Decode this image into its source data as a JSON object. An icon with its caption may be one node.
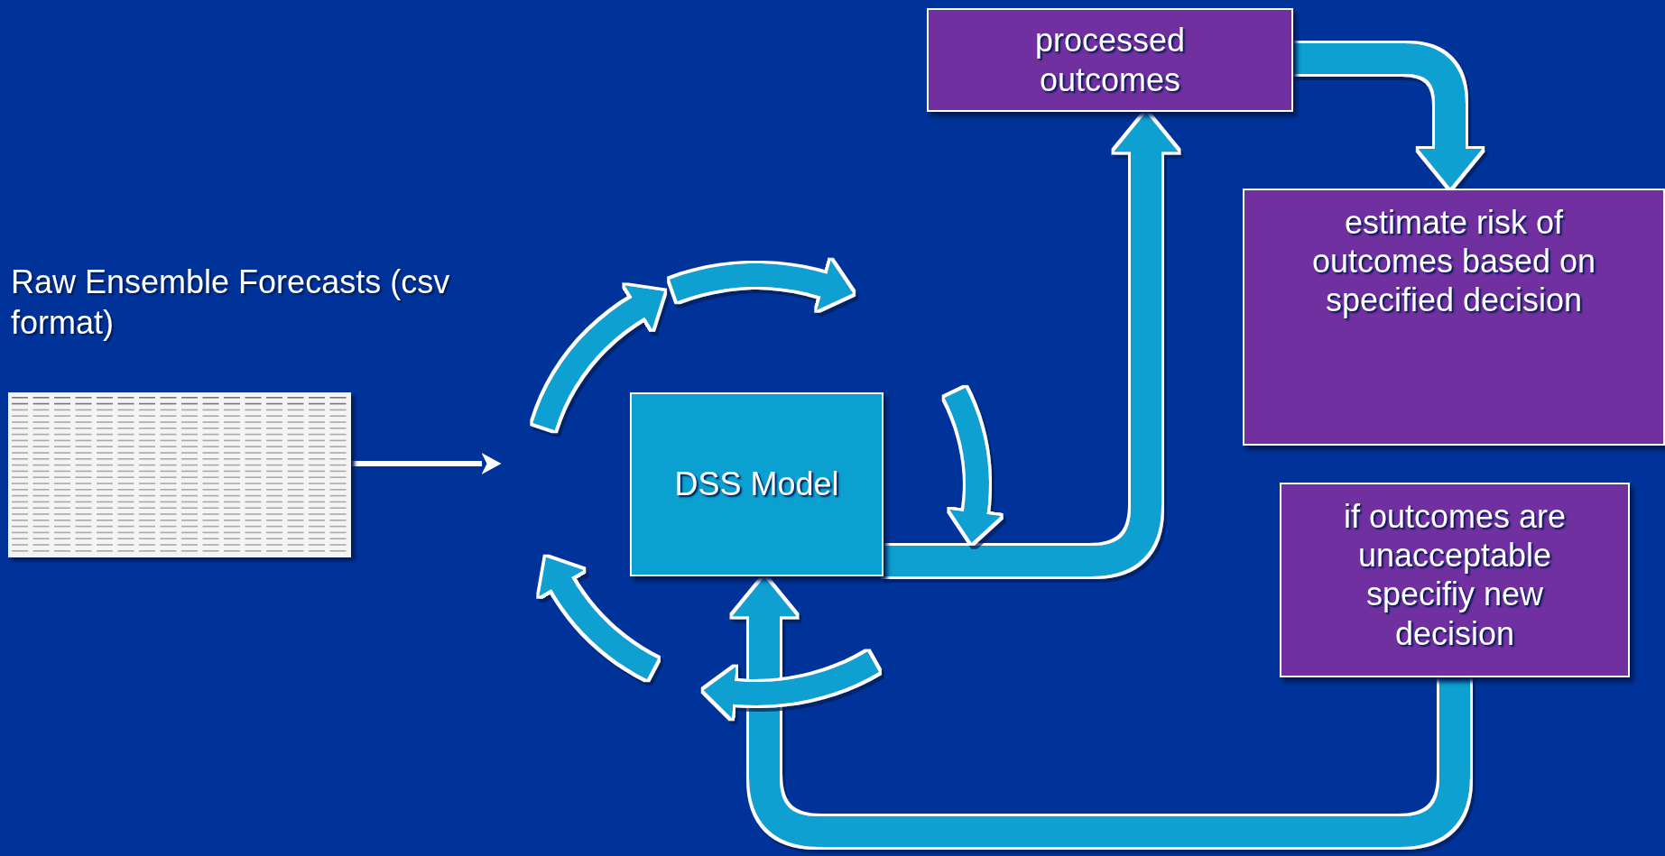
{
  "diagram": {
    "nodes": [
      {
        "text": [],
        "shape": "picture",
        "beside": [
          "Raw Ensemble Forecasts (csv format)"
        ]
      },
      {
        "text": [
          "DSS Model"
        ]
      },
      {
        "text": [
          "processed outcomes"
        ]
      },
      {
        "text": [
          "estimate risk of outcomes based on specified decision"
        ]
      },
      {
        "text": [
          "if outcomes are unacceptable specifiy new decision"
        ]
      }
    ],
    "edges": [
      {
        "from": 0,
        "to": null,
        "arrow": "to",
        "color": "#ffffff"
      },
      {
        "from": 1,
        "to": 2,
        "arrow": "to"
      },
      {
        "from": 2,
        "to": 3,
        "arrow": "to"
      },
      {
        "from": 4,
        "to": 1,
        "arrow": "to"
      }
    ]
  }
}
